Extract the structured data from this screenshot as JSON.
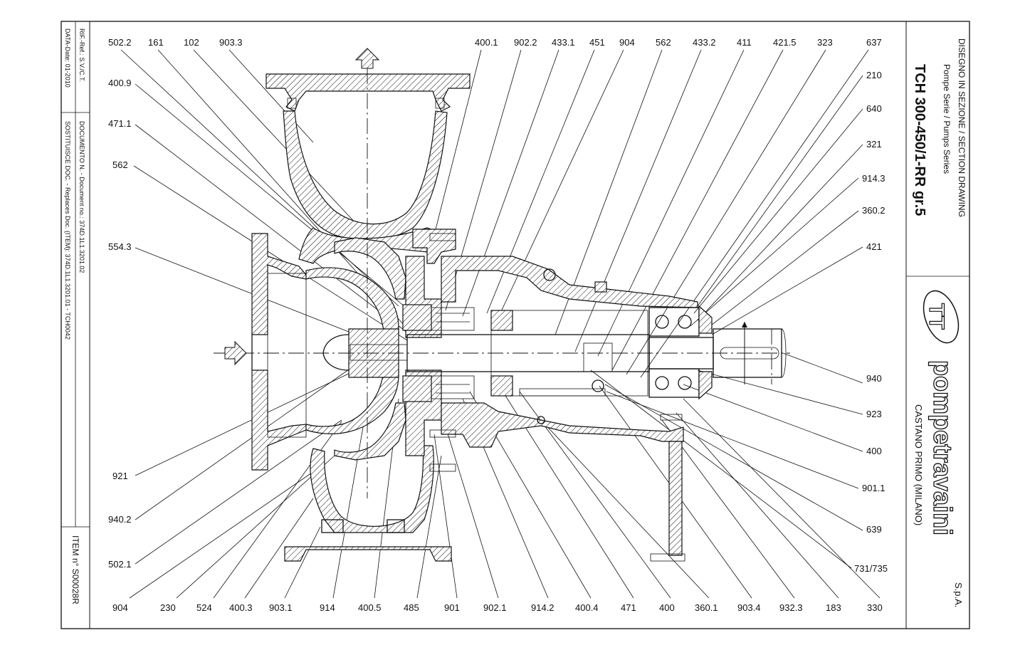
{
  "title_block": {
    "heading_1": "DISEGNO IN SEZIONE / SECTION DRAWING",
    "heading_2": "Pompe Serie / Pumps Series",
    "model": "TCH 300-450/1-RR gr.5",
    "company": "pompetravaini",
    "company_suffix": "S.p.A.",
    "location": "CASTANO PRIMO  (MILANO)"
  },
  "side_block": {
    "ref": "RIF.-Ref.:  S.V./C.T.",
    "date": "DATA-Date:  01-2010",
    "document": "DOCUMENTO N. - Document no.: 374D.1L1.3201.02",
    "replaces": "SOSTITUISCE DOC. - Replaces Doc. (ITEM): 374D.1L1.3201.01 - TCH0042",
    "item": "ITEM n° S00028R"
  },
  "labels": {
    "top": [
      "502.2",
      "161",
      "102",
      "903.3",
      "400.1",
      "902.2",
      "433.1",
      "451",
      "904",
      "562",
      "433.2",
      "411",
      "421.5",
      "323",
      "637"
    ],
    "left": [
      "400.9",
      "471.1",
      "562",
      "554.3",
      "921",
      "940.2",
      "502.1"
    ],
    "right": [
      "210",
      "640",
      "321",
      "914.3",
      "360.2",
      "421",
      "940",
      "923",
      "400",
      "901.1",
      "639",
      "731/735"
    ],
    "bottom": [
      "904",
      "230",
      "524",
      "400.3",
      "903.1",
      "914",
      "400.5",
      "485",
      "901",
      "902.1",
      "914.2",
      "400.4",
      "471",
      "400",
      "360.1",
      "903.4",
      "932.3",
      "183",
      "330"
    ]
  }
}
